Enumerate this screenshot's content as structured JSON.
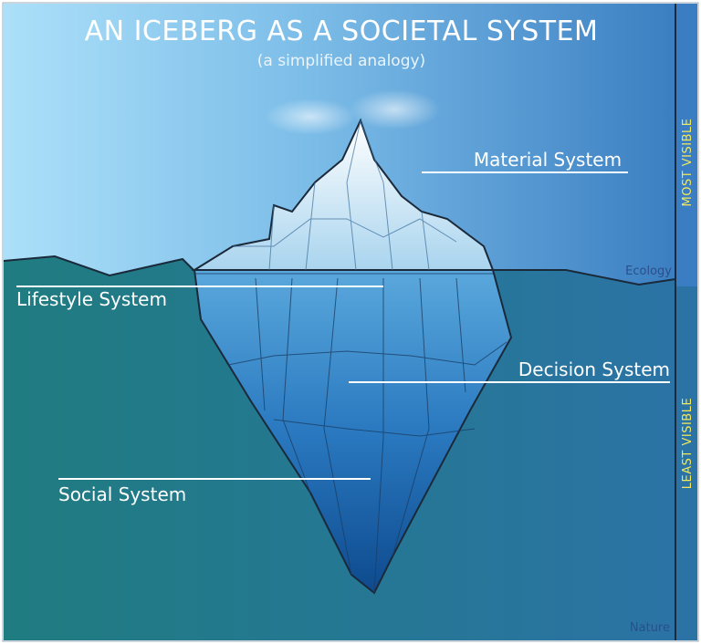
{
  "title": "AN ICEBERG AS A SOCIETAL SYSTEM",
  "subtitle": "(a simplified analogy)",
  "labels": {
    "material": "Material System",
    "lifestyle": "Lifestyle System",
    "decision": "Decision System",
    "social": "Social System",
    "ecology": "Ecology",
    "nature": "Nature"
  },
  "side": {
    "top": "MOST VISIBLE",
    "bottom": "LEAST VISIBLE"
  },
  "colors": {
    "sky_light": "#a9dbf6",
    "sky_dark": "#2f6fb6",
    "water_left": "#1d7f83",
    "water_right": "#2b74a9",
    "bar_accent": "#f2e85a"
  }
}
